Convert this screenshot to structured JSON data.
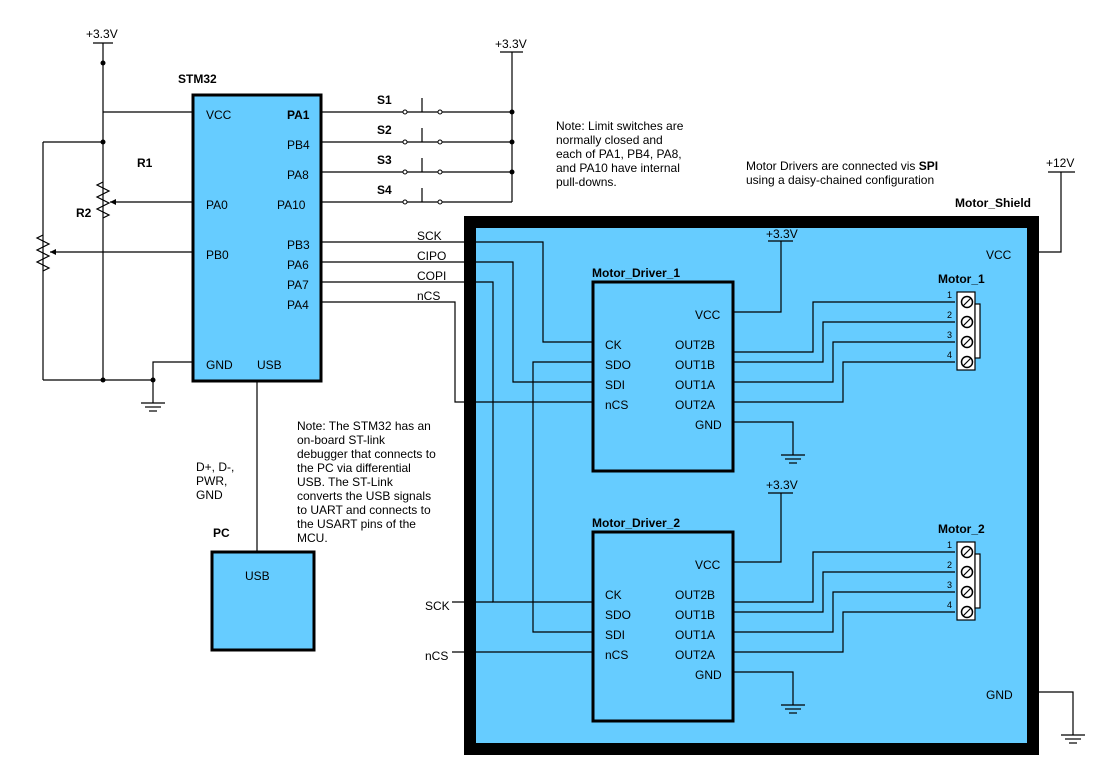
{
  "power": {
    "v33": "+3.3V",
    "v12": "+12V"
  },
  "stm32": {
    "title": "STM32",
    "left_pins": [
      "VCC",
      "PA0",
      "PB0",
      "GND"
    ],
    "right_pins": [
      "PA1",
      "PB4",
      "PA8",
      "PA10",
      "PB3",
      "PA6",
      "PA7",
      "PA4"
    ],
    "usb": "USB"
  },
  "pots": {
    "r1": "R1",
    "r2": "R2"
  },
  "switches": [
    "S1",
    "S2",
    "S3",
    "S4"
  ],
  "spi_labels": {
    "sck": "SCK",
    "cipo": "CIPO",
    "copi": "COPI",
    "ncs": "nCS"
  },
  "pc": {
    "title": "PC",
    "usb": "USB",
    "lines": [
      "D+, D-,",
      "PWR,",
      "GND"
    ]
  },
  "notes": {
    "limit": [
      "Note: Limit switches are",
      "normally closed and",
      "each of PA1, PB4, PA8,",
      "and PA10 have internal",
      "pull-downs."
    ],
    "spi_prefix": "Motor Drivers are connected vis ",
    "spi_bold": "SPI",
    "spi_line2": "using a daisy-chained configuration",
    "stlink": [
      "Note: The STM32 has an",
      "on-board ST-link",
      "debugger that connects to",
      "the PC via differential",
      "USB.  The ST-Link",
      "converts the USB signals",
      "to UART and connects to",
      "the USART pins of the",
      "MCU."
    ]
  },
  "shield": {
    "title": "Motor_Shield",
    "vcc": "VCC",
    "gnd": "GND"
  },
  "drivers": [
    {
      "title": "Motor_Driver_1",
      "left": [
        "CK",
        "SDO",
        "SDI",
        "nCS"
      ],
      "right": [
        "VCC",
        "OUT2B",
        "OUT1B",
        "OUT1A",
        "OUT2A",
        "GND"
      ]
    },
    {
      "title": "Motor_Driver_2",
      "left": [
        "CK",
        "SDO",
        "SDI",
        "nCS"
      ],
      "right": [
        "VCC",
        "OUT2B",
        "OUT1B",
        "OUT1A",
        "OUT2A",
        "GND"
      ]
    }
  ],
  "motors": [
    {
      "title": "Motor_1",
      "pins": [
        "1",
        "2",
        "3",
        "4"
      ]
    },
    {
      "title": "Motor_2",
      "pins": [
        "1",
        "2",
        "3",
        "4"
      ]
    }
  ],
  "external": {
    "sck": "SCK",
    "ncs": "nCS"
  }
}
